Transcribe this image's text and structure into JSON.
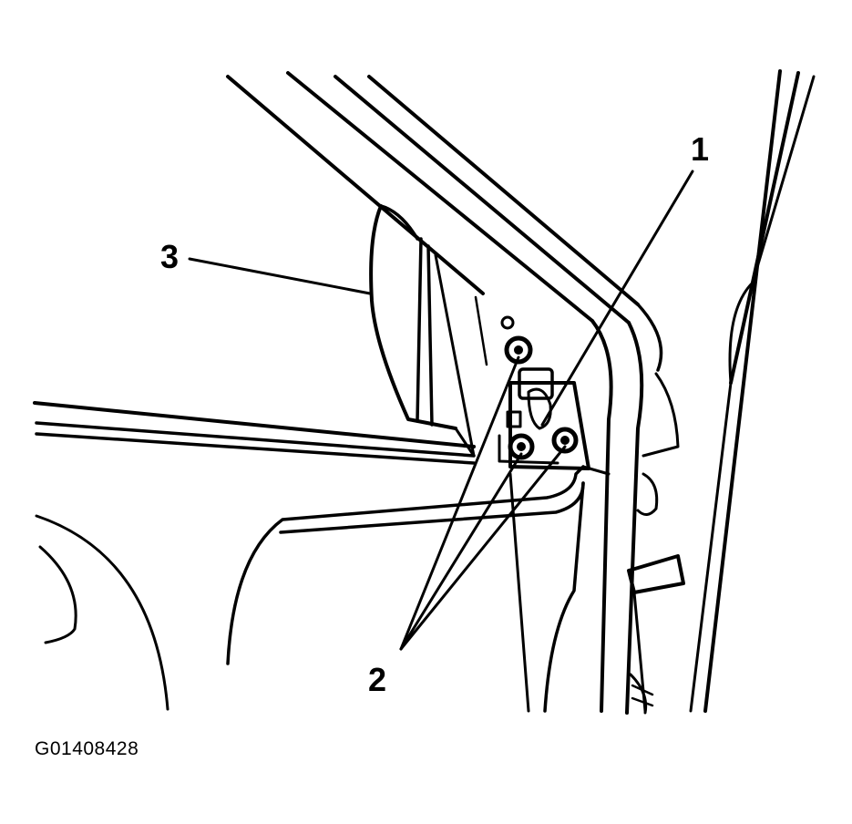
{
  "diagram": {
    "callouts": {
      "one": "1",
      "two": "2",
      "three": "3"
    },
    "figure_code": "G01408428",
    "line_color": "#000000",
    "background_color": "#ffffff"
  }
}
